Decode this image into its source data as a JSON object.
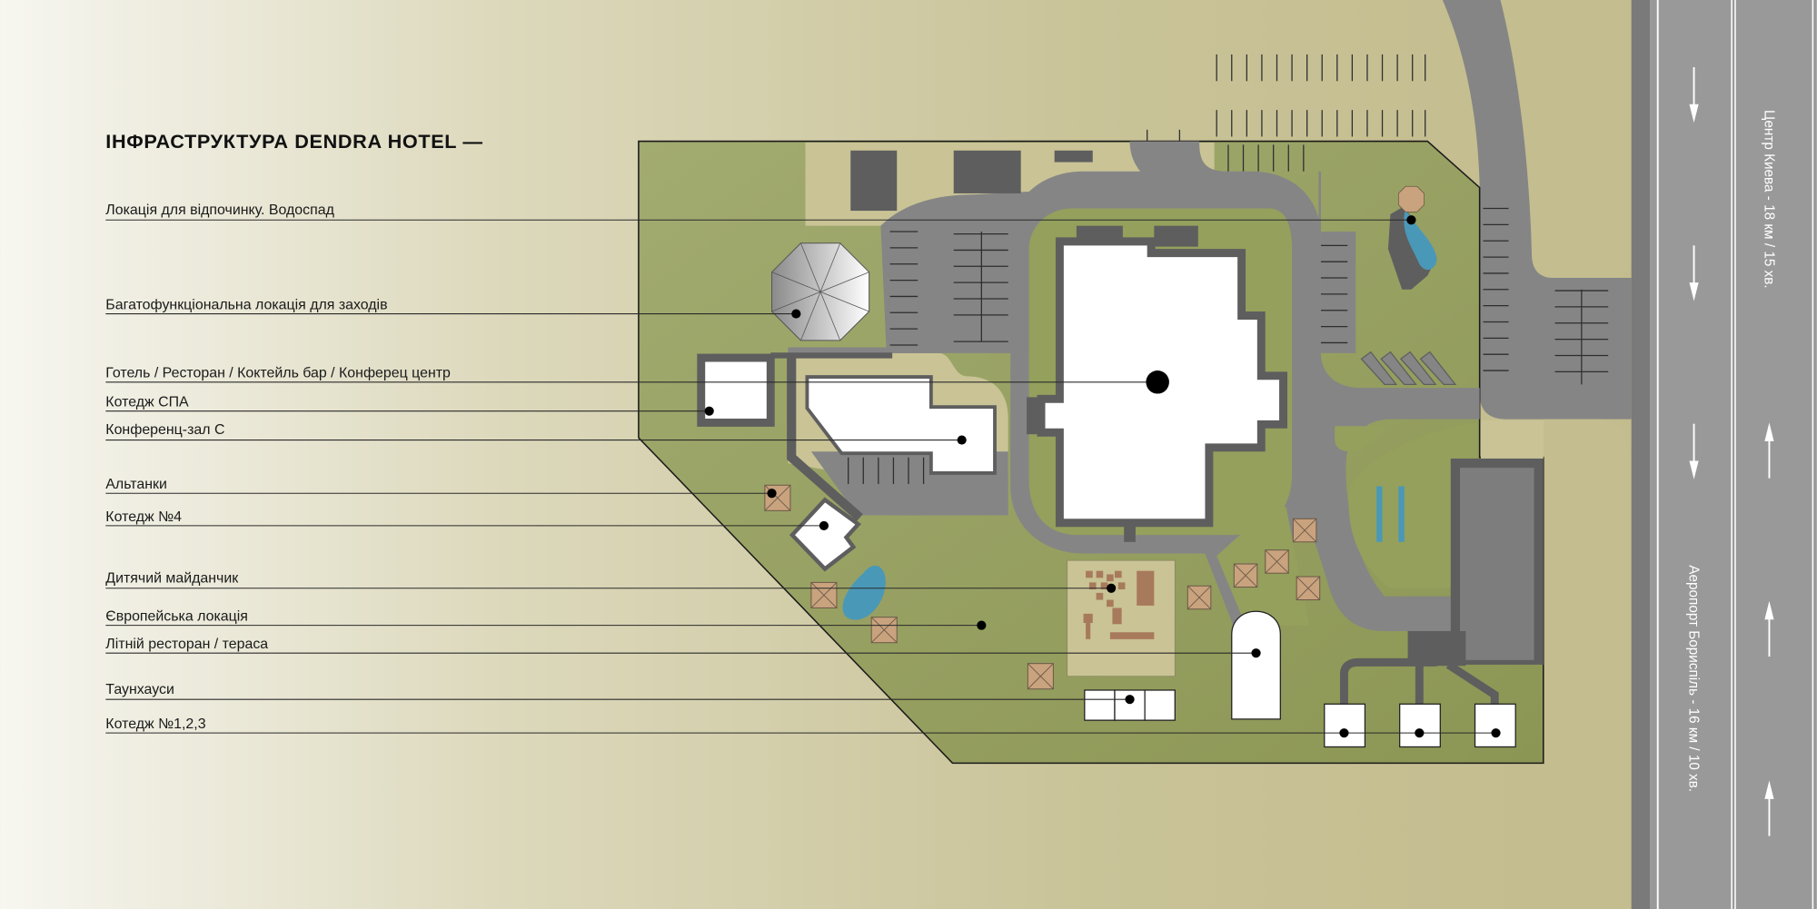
{
  "title": "ІНФРАСТРУКТУРА DENDRA HOTEL —",
  "labels": [
    "Локація для відпочинку. Водоспад",
    "Багатофункціональна локація для заходів",
    "Готель / Ресторан / Коктейль бар / Конферец центр",
    "Котедж СПА",
    "Конференц-зал С",
    "Альтанки",
    "Котедж №4",
    "Дитячий майданчик",
    "Європейська локація",
    "Літній ресторан / тераса",
    "Таунхауси",
    "Котедж №1,2,3"
  ],
  "road": {
    "to_city": "Центр Киева - 18 км / 15 хв.",
    "to_airport": "Аеропорт Бориспіль - 16 км / 10 хв."
  },
  "colors": {
    "grass": "#94a05c",
    "sand": "#c9c396",
    "road": "#858585",
    "building_outline": "#5e5e5e",
    "water": "#4a98b8",
    "gazebo": "#c9a27e"
  }
}
